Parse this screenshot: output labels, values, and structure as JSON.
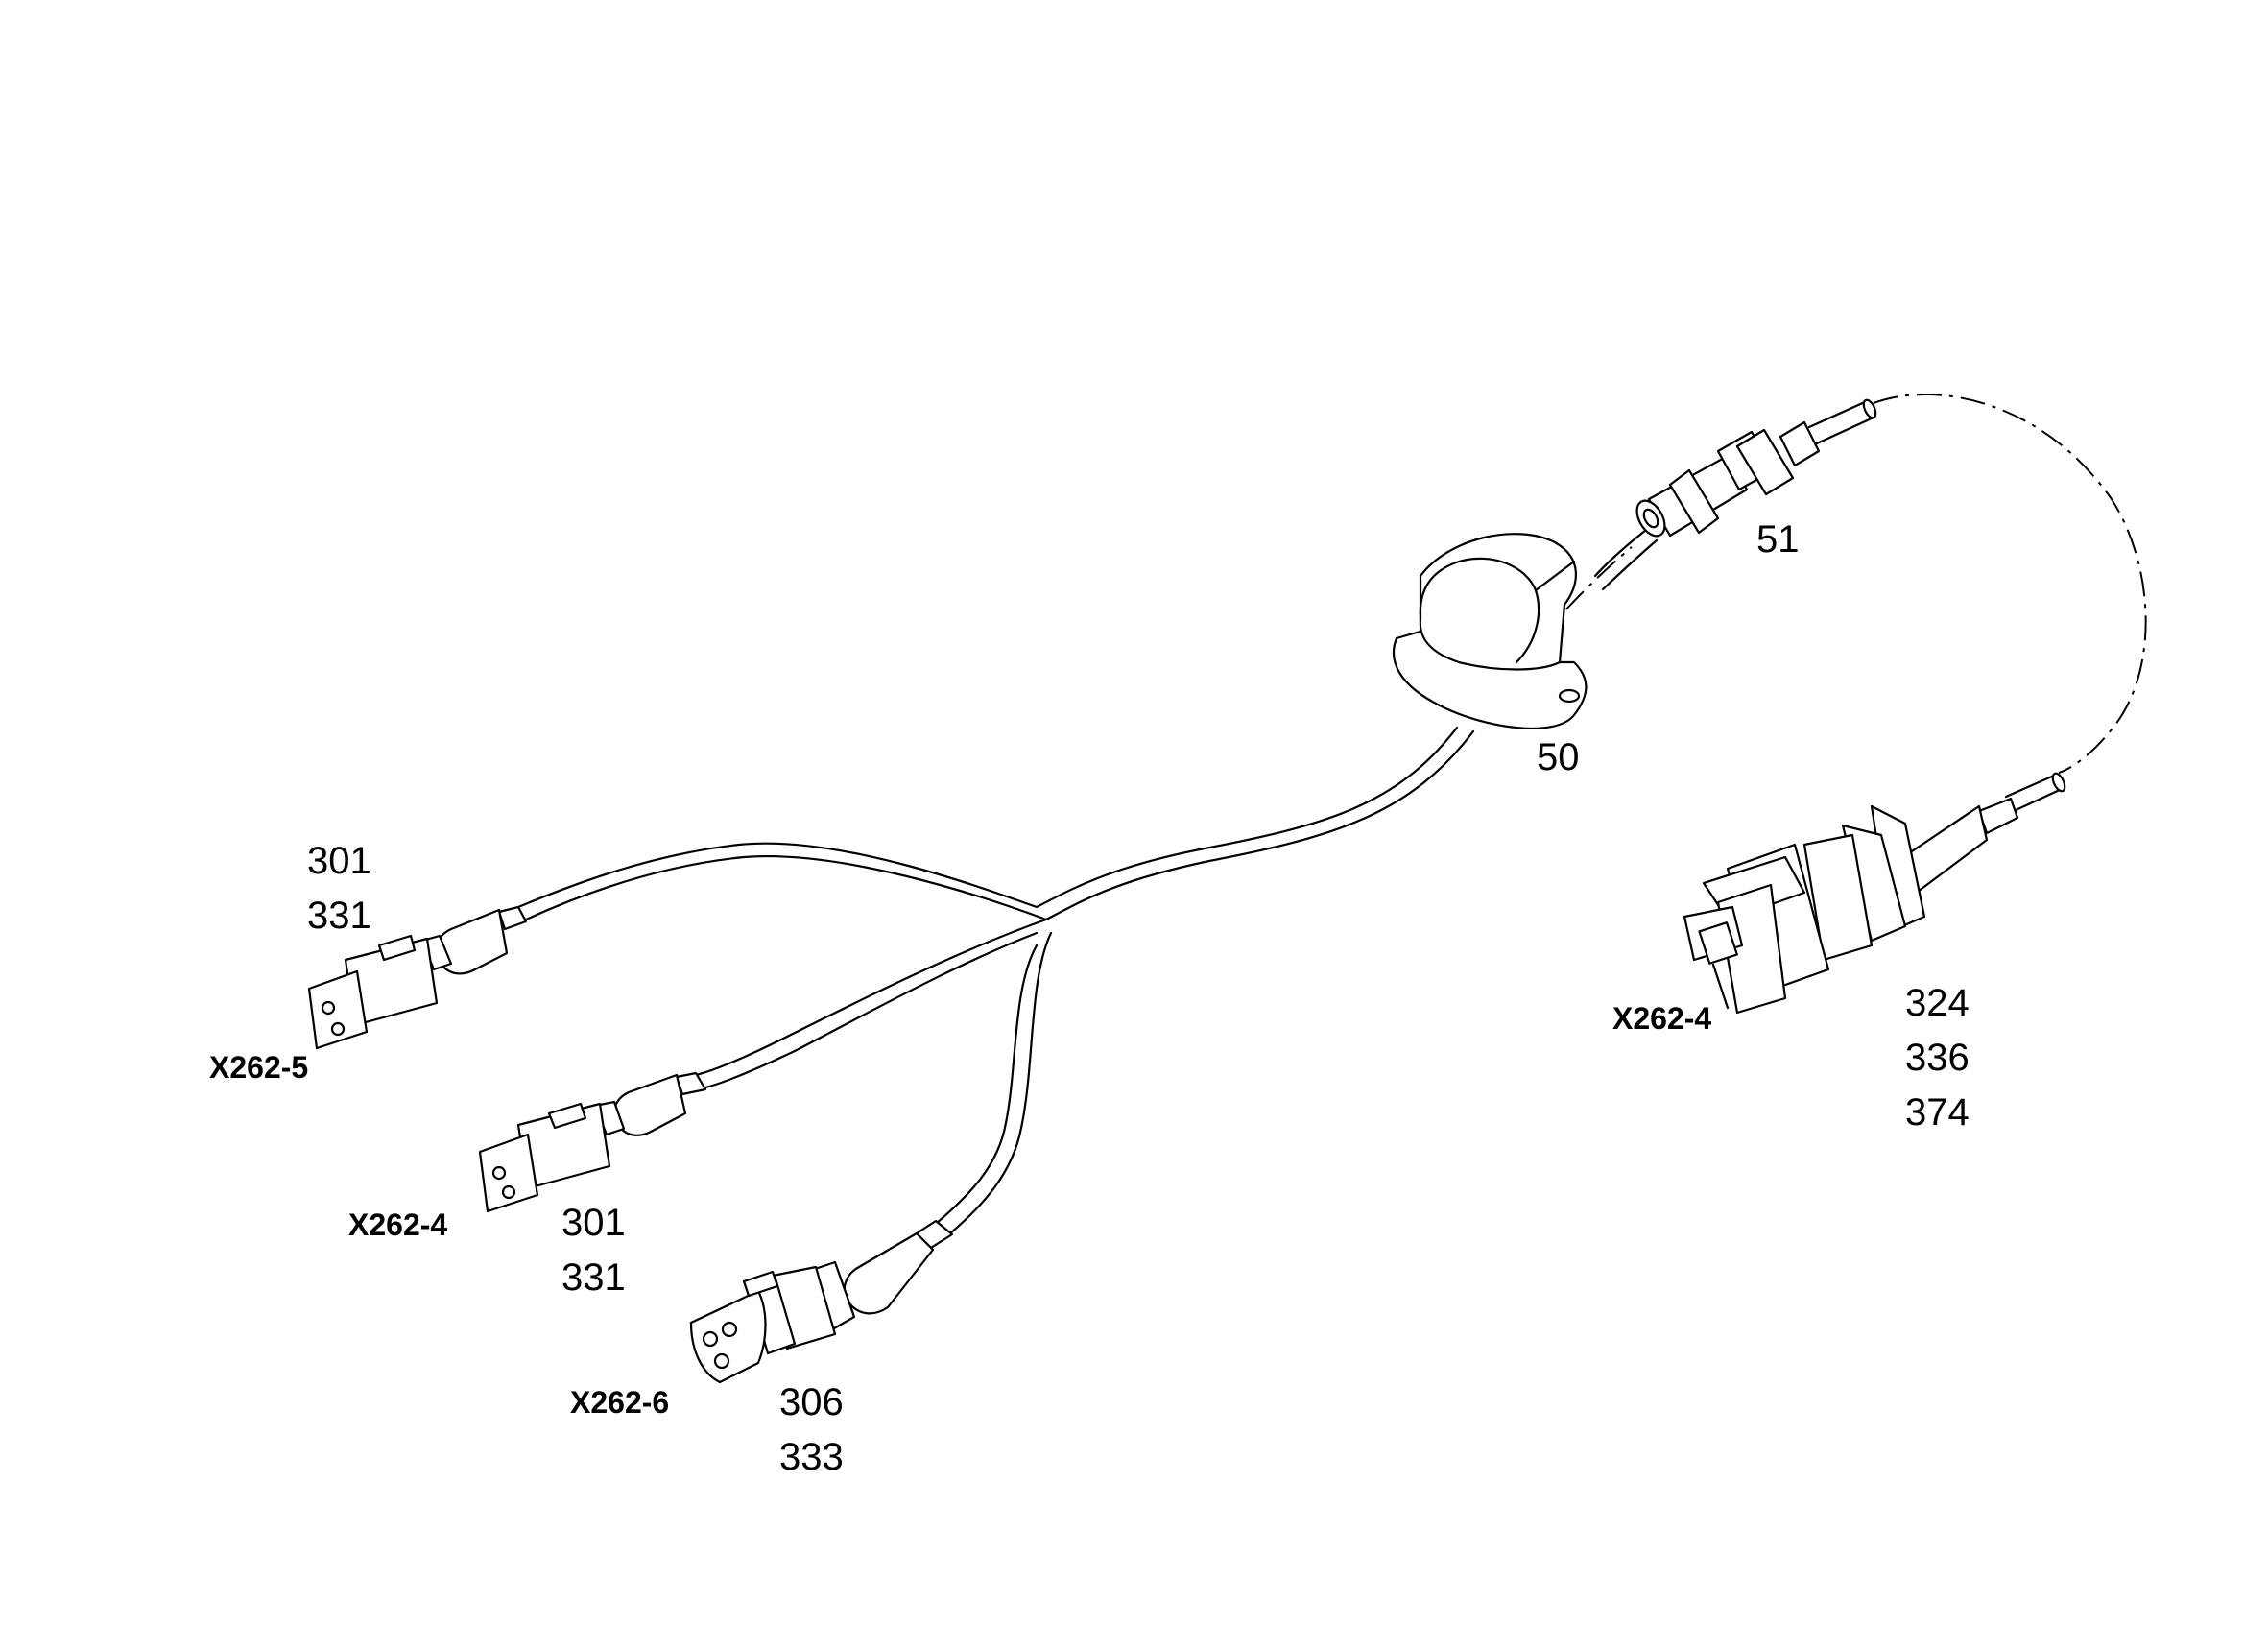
{
  "diagram": {
    "callouts": {
      "housing": "50",
      "fitting": "51",
      "left_upper_a": "301",
      "left_upper_b": "331",
      "left_mid_a": "301",
      "left_mid_b": "331",
      "left_low_a": "306",
      "left_low_b": "333",
      "right_a": "324",
      "right_b": "336",
      "right_c": "374"
    },
    "connectors": {
      "upper_left": "X262-5",
      "mid_left": "X262-4",
      "lower_left": "X262-6",
      "right": "X262-4"
    }
  }
}
